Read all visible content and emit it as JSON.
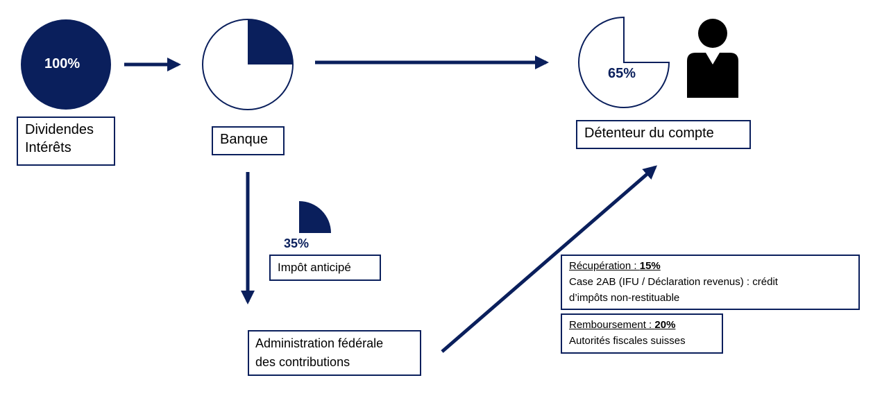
{
  "colors": {
    "navy": "#0a1f5c",
    "white": "#ffffff"
  },
  "nodes": {
    "source": {
      "percent": "100%",
      "percent_value": 100,
      "label_lines": [
        "Dividendes",
        "Intérêts"
      ]
    },
    "bank": {
      "label": "Banque",
      "withheld_fraction": 0.25
    },
    "holder": {
      "percent": "65%",
      "percent_value": 65,
      "label": "Détenteur du compte",
      "icon": "person-icon"
    },
    "withholding": {
      "percent": "35%",
      "percent_value": 35,
      "label": "Impôt anticipé"
    },
    "federal_admin": {
      "label_lines": [
        "Administration fédérale",
        "des contributions"
      ]
    }
  },
  "info_boxes": {
    "recovery": {
      "title": "Récupération : ",
      "rate": "15%",
      "body_lines": [
        "Case 2AB (IFU / Déclaration revenus) : crédit",
        "d’impôts non-restituable"
      ]
    },
    "refund": {
      "title": "Remboursement : ",
      "rate": "20%",
      "body_lines": [
        "Autorités fiscales suisses"
      ]
    }
  }
}
